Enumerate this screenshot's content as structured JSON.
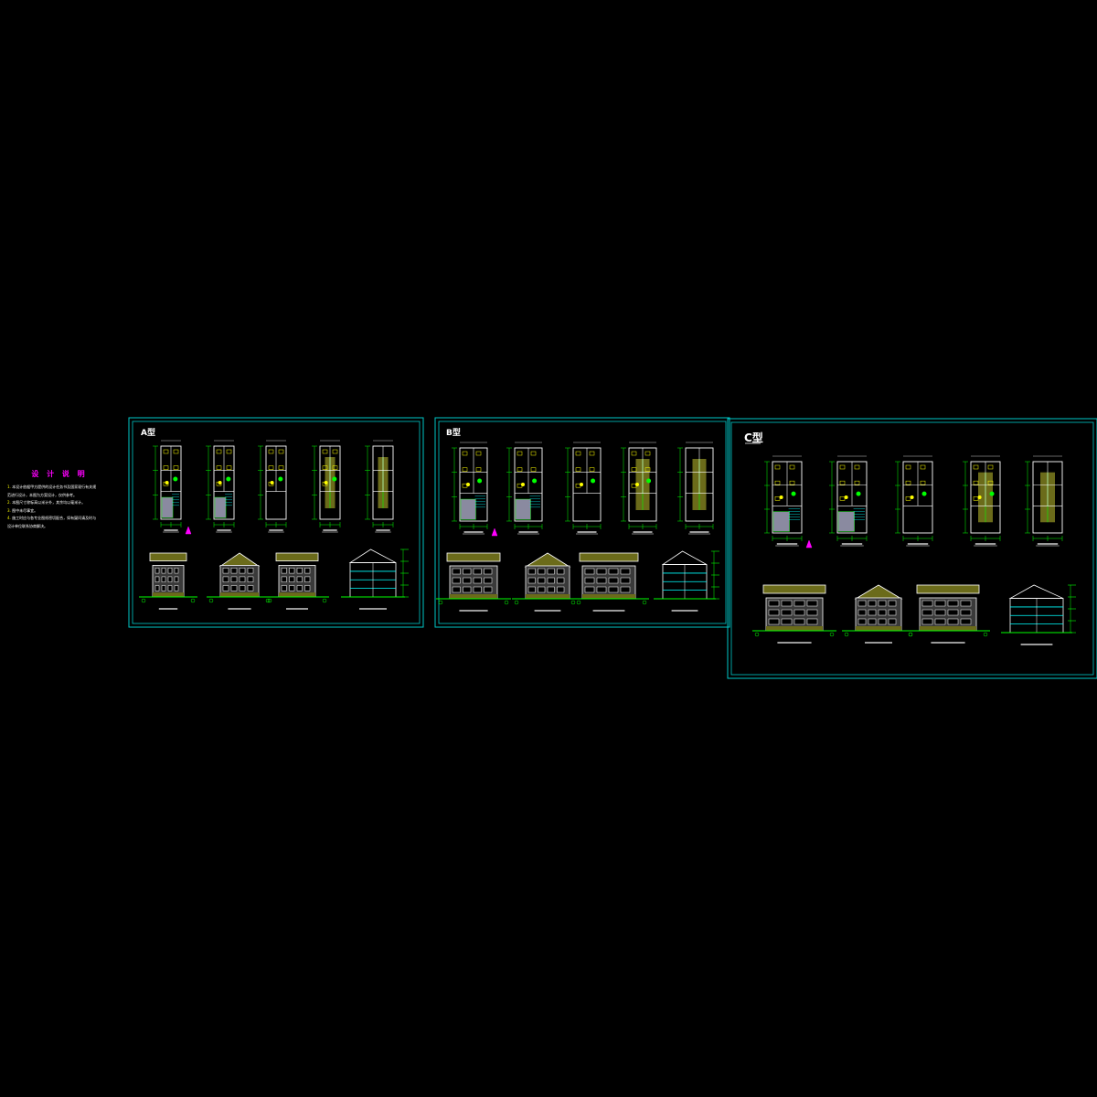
{
  "notes": {
    "title": "设 计 说 明",
    "paragraphs": [
      {
        "num": "1.",
        "text": "本设计依据甲方提供的设计任务书及国家现行有关规范进行设计，本图为方案设计，仅供参考。"
      },
      {
        "num": "2.",
        "text": "本图尺寸除标高以米计外，其余均以毫米计。"
      },
      {
        "num": "3.",
        "text": "图中未尽事宜。"
      },
      {
        "num": "4.",
        "text": "施工时应与各专业图纸密切配合，如有疑问请及时与设计单位联系协商解决。"
      }
    ]
  },
  "sheets": [
    {
      "label": "A型"
    },
    {
      "label": "B型"
    },
    {
      "label": "C型"
    }
  ],
  "colors": {
    "background": "#000000",
    "frame": "#00c8c8",
    "wall": "#ffffff",
    "dimension": "#00ff00",
    "furniture": "#ffff00",
    "roof": "#6b6b1a",
    "brick": "#8a8aa0",
    "title_text": "#ff00ff",
    "section_line": "#00ffff"
  }
}
